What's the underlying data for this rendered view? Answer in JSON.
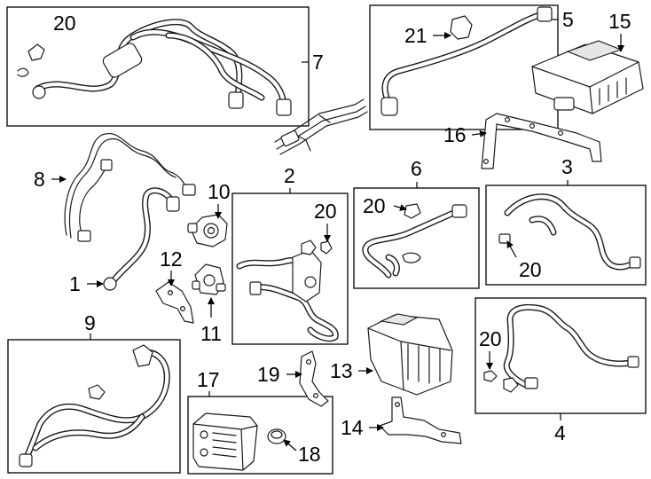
{
  "callouts": {
    "c1": "1",
    "c2": "2",
    "c3": "3",
    "c4": "4",
    "c5": "5",
    "c6": "6",
    "c7": "7",
    "c8": "8",
    "c9": "9",
    "c10": "10",
    "c11": "11",
    "c12": "12",
    "c13": "13",
    "c14": "14",
    "c15": "15",
    "c16": "16",
    "c17": "17",
    "c18": "18",
    "c19": "19",
    "c20a": "20",
    "c20b": "20",
    "c20c": "20",
    "c20d": "20",
    "c20e": "20",
    "c21": "21"
  },
  "colors": {
    "line": "#1a1a1a",
    "background": "#ffffff"
  }
}
